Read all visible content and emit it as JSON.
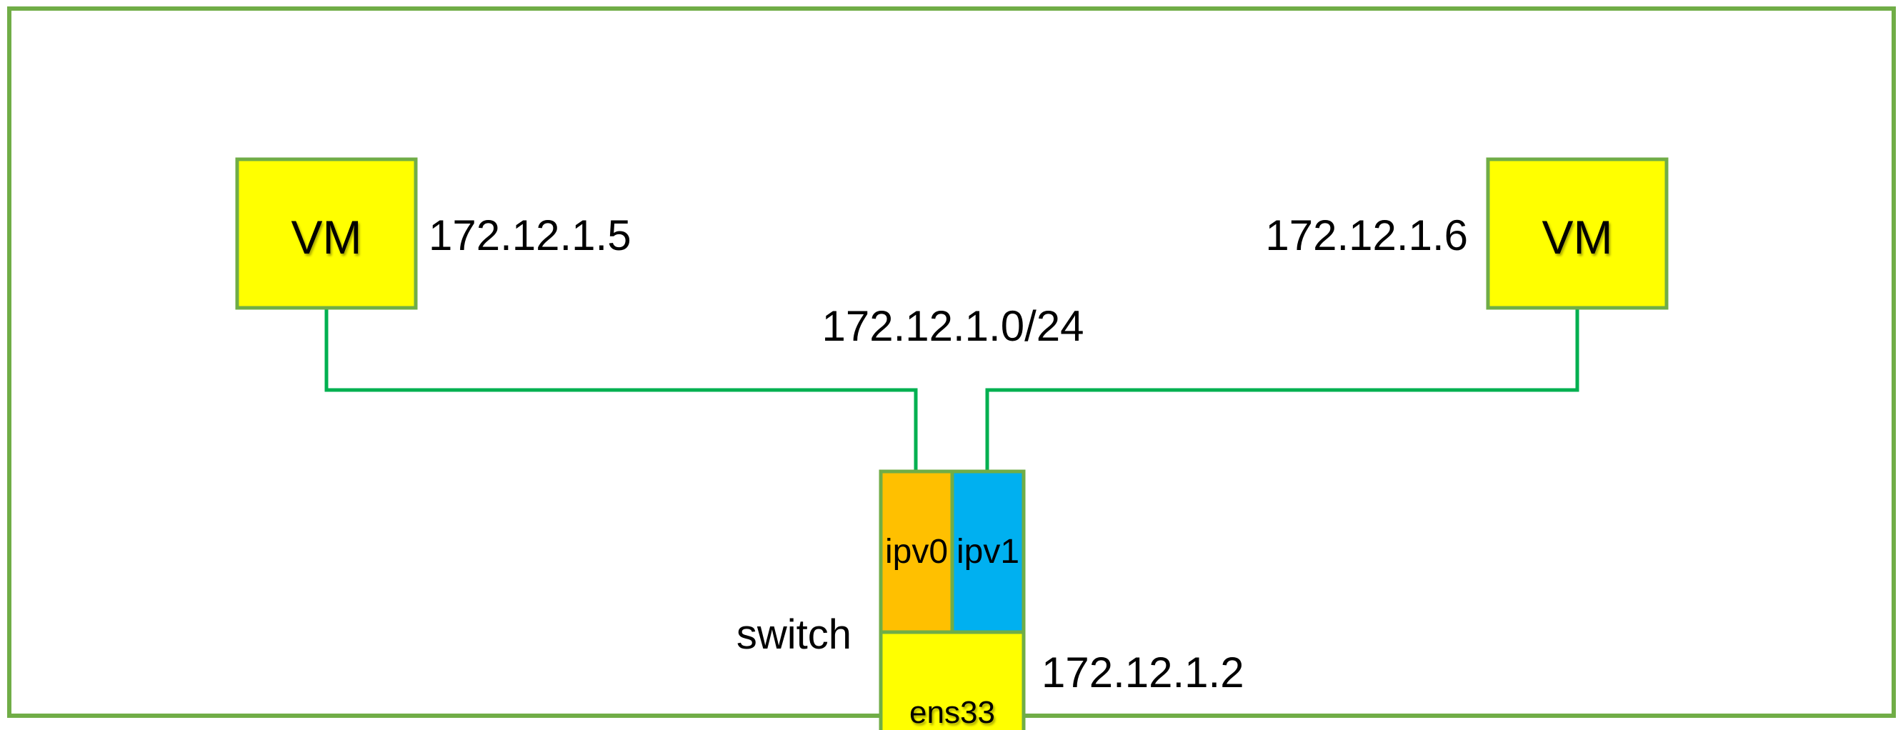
{
  "colors": {
    "frame": "#70ad47",
    "link": "#00b050",
    "vm_fill": "#ffff00",
    "ipv0_fill": "#ffc000",
    "ipv1_fill": "#00b0f0",
    "ens_fill": "#ffff00"
  },
  "vm_left": {
    "label": "VM",
    "ip": "172.12.1.5"
  },
  "vm_right": {
    "label": "VM",
    "ip": "172.12.1.6"
  },
  "subnet": "172.12.1.0/24",
  "switch": {
    "label": "switch",
    "ports": [
      "ipv0",
      "ipv1"
    ],
    "uplink": "ens33",
    "uplink_ip": "172.12.1.2"
  }
}
